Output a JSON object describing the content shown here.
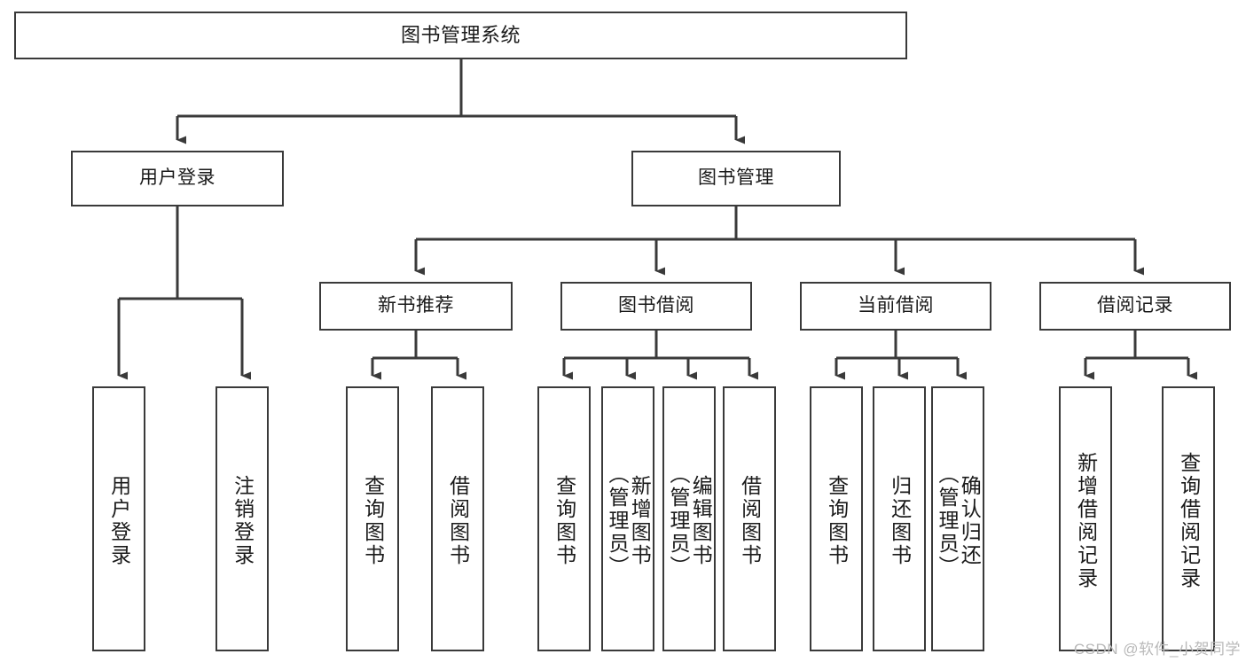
{
  "diagram": {
    "type": "tree-hierarchy",
    "title": "图书管理系统",
    "watermark": "CSDN @软件_小贺同学",
    "colors": {
      "box_border": "#3a3a3a",
      "box_fill": "#ffffff",
      "connector": "#3a3a3a",
      "text": "#1a1a1a",
      "watermark": "#b9b9b9"
    },
    "levels": {
      "root": {
        "label": "图书管理系统"
      },
      "level2": [
        {
          "label": "用户登录"
        },
        {
          "label": "图书管理"
        }
      ],
      "level3": [
        {
          "label": "新书推荐"
        },
        {
          "label": "图书借阅"
        },
        {
          "label": "当前借阅"
        },
        {
          "label": "借阅记录"
        }
      ],
      "leaves": {
        "user_login": [
          {
            "label": "用户登录"
          },
          {
            "label": "注销登录"
          }
        ],
        "new_book_recommend": [
          {
            "label": "查询图书"
          },
          {
            "label": "借阅图书"
          }
        ],
        "book_borrow": [
          {
            "label": "查询图书"
          },
          {
            "label": "新增图书\n（管理员）"
          },
          {
            "label": "编辑图书\n（管理员）"
          },
          {
            "label": "借阅图书"
          }
        ],
        "current_borrow": [
          {
            "label": "查询图书"
          },
          {
            "label": "归还图书"
          },
          {
            "label": "确认归还\n（管理员）"
          }
        ],
        "borrow_record": [
          {
            "label": "新增借阅记录"
          },
          {
            "label": "查询借阅记录"
          }
        ]
      }
    }
  }
}
